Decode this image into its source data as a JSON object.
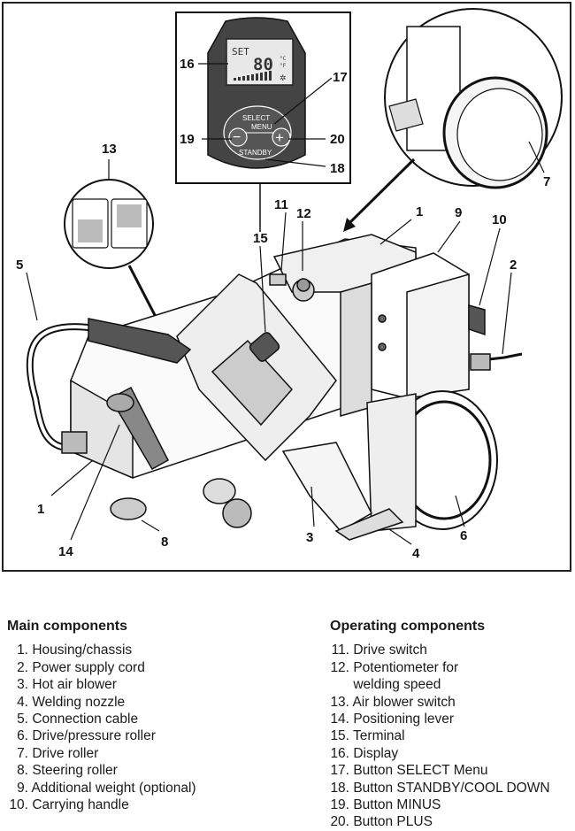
{
  "figure": {
    "callouts": {
      "c1_top": "1",
      "c1_left": "1",
      "c2": "2",
      "c3": "3",
      "c4": "4",
      "c5": "5",
      "c6": "6",
      "c7": "7",
      "c8": "8",
      "c9": "9",
      "c10": "10",
      "c11": "11",
      "c12": "12",
      "c13": "13",
      "c14": "14",
      "c15": "15",
      "c16": "16",
      "c17": "17",
      "c18": "18",
      "c19": "19",
      "c20": "20"
    },
    "display": {
      "set_label": "SET",
      "value": "80",
      "unit_c": "°C",
      "unit_f": "°F"
    },
    "panel_buttons": {
      "select": "SELECT",
      "menu": "MENU",
      "standby": "STANDBY",
      "minus": "−",
      "plus": "+"
    }
  },
  "legend": {
    "main_title": "Main components",
    "main_items": [
      {
        "n": "1.",
        "text": "Housing/chassis"
      },
      {
        "n": "2.",
        "text": "Power supply cord"
      },
      {
        "n": "3.",
        "text": "Hot air blower"
      },
      {
        "n": "4.",
        "text": "Welding nozzle"
      },
      {
        "n": "5.",
        "text": "Connection cable"
      },
      {
        "n": "6.",
        "text": "Drive/pressure roller"
      },
      {
        "n": "7.",
        "text": "Drive roller"
      },
      {
        "n": "8.",
        "text": "Steering roller"
      },
      {
        "n": "9.",
        "text": "Additional weight (optional)"
      },
      {
        "n": "10.",
        "text": "Carrying handle"
      }
    ],
    "op_title": "Operating components",
    "op_items": [
      {
        "n": "11.",
        "text": "Drive switch"
      },
      {
        "n": "12.",
        "text": "Potentiometer for"
      },
      {
        "n": "",
        "text": "welding speed"
      },
      {
        "n": "13.",
        "text": "Air blower switch"
      },
      {
        "n": "14.",
        "text": "Positioning lever"
      },
      {
        "n": "15.",
        "text": "Terminal"
      },
      {
        "n": "16.",
        "text": "Display"
      },
      {
        "n": "17.",
        "text": "Button SELECT Menu"
      },
      {
        "n": "18.",
        "text": "Button STANDBY/COOL DOWN"
      },
      {
        "n": "19.",
        "text": "Button MINUS"
      },
      {
        "n": "20.",
        "text": "Button PLUS"
      }
    ]
  }
}
